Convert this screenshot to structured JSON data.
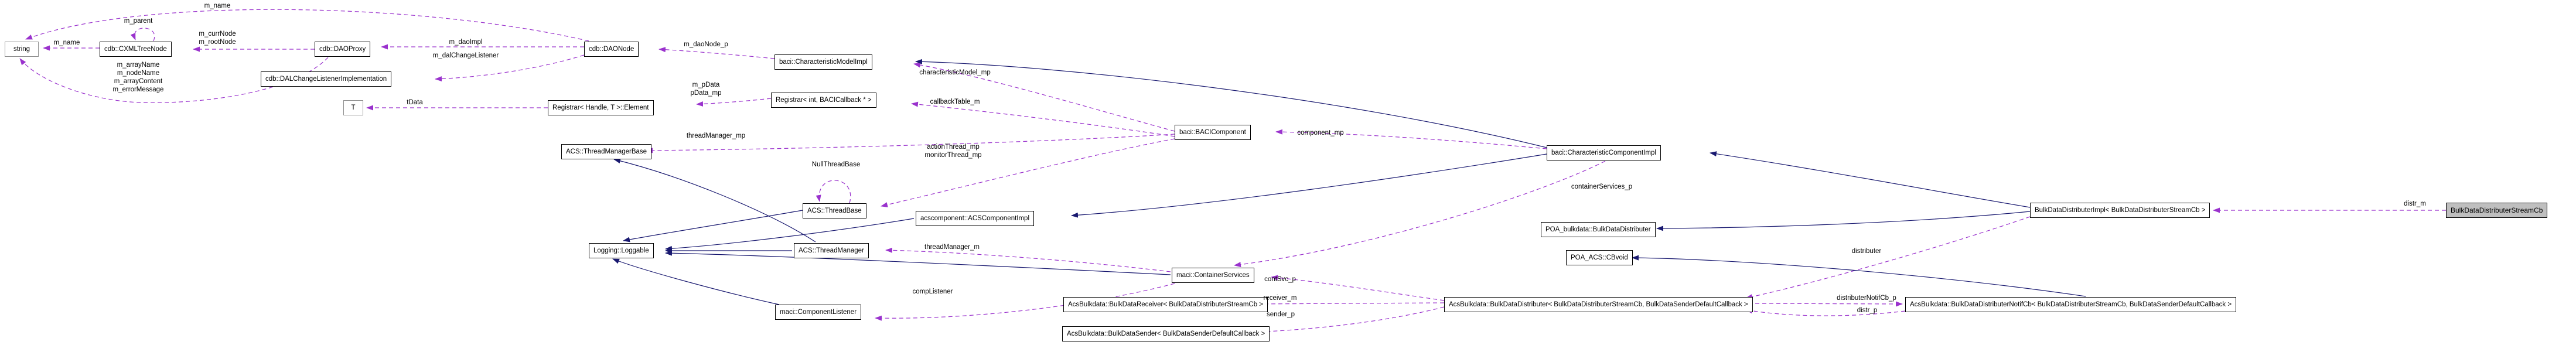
{
  "diagram": {
    "type": "collaboration-graph",
    "main_node": "BulkDataDistributerStreamCb",
    "colors": {
      "usage_edge": "#9a32cd",
      "inheritance_edge": "#191970",
      "node_fill": "#ffffff",
      "node_border": "#000000",
      "main_node_fill": "#bfbfbf"
    },
    "nodes": {
      "string": "string",
      "cxml_tree_node": "cdb::CXMLTreeNode",
      "dao_proxy": "cdb::DAOProxy",
      "dal_change_listener_impl": "cdb::DALChangeListenerImplementation",
      "t": "T",
      "registrar_handle_element": "Registrar< Handle, T >::Element",
      "dao_node": "cdb::DAONode",
      "characteristic_model_impl": "baci::CharacteristicModelImpl",
      "registrar_int_bacicallback": "Registrar< int, BACICallback * >",
      "baci_component": "baci::BACIComponent",
      "thread_manager_base": "ACS::ThreadManagerBase",
      "thread_base": "ACS::ThreadBase",
      "loggable": "Logging::Loggable",
      "thread_manager": "ACS::ThreadManager",
      "acs_component_impl": "acscomponent::ACSComponentImpl",
      "characteristic_component_impl": "baci::CharacteristicComponentImpl",
      "container_services": "maci::ContainerServices",
      "bulk_data_receiver": "AcsBulkdata::BulkDataReceiver< BulkDataDistributerStreamCb >",
      "bulk_data_sender": "AcsBulkdata::BulkDataSender< BulkDataSenderDefaultCallback >",
      "component_listener": "maci::ComponentListener",
      "poa_bulkdata_distributer": "POA_bulkdata::BulkDataDistributer",
      "poa_acs_cbvoid": "POA_ACS::CBvoid",
      "bulk_data_distributer": "AcsBulkdata::BulkDataDistributer< BulkDataDistributerStreamCb, BulkDataSenderDefaultCallback >",
      "bulk_data_distributer_impl": "BulkDataDistributerImpl< BulkDataDistributerStreamCb >",
      "bulk_data_distributer_notif_cb": "AcsBulkdata::BulkDataDistributerNotifCb< BulkDataDistributerStreamCb, BulkDataSenderDefaultCallback >",
      "bulk_data_distributer_stream_cb": "BulkDataDistributerStreamCb"
    },
    "edge_labels": {
      "m_name_top": "m_name",
      "m_parent": "m_parent",
      "m_name_left": "m_name",
      "m_curr_node": "m_currNode",
      "m_root_node": "m_rootNode",
      "m_array_name": "m_arrayName",
      "m_node_name": "m_nodeName",
      "m_array_content": "m_arrayContent",
      "m_error_message": "m_errorMessage",
      "m_dao_impl": "m_daoImpl",
      "m_dal_change_listener": "m_dalChangeListener",
      "t_data": "tData",
      "m_dao_node_p": "m_daoNode_p",
      "m_p_data": "m_pData",
      "p_data_mp": "pData_mp",
      "characteristic_model_mp": "characteristicModel_mp",
      "callback_table_m": "callbackTable_m",
      "thread_manager_mp": "threadManager_mp",
      "action_thread_mp": "actionThread_mp",
      "monitor_thread_mp": "monitorThread_mp",
      "null_thread_base": "NullThreadBase",
      "component_mp": "component_mp",
      "thread_manager_m": "threadManager_m",
      "comp_listener": "compListener",
      "container_services_p": "containerServices_p",
      "cont_svc_p": "contSvc_p",
      "receiver_m": "receiver_m",
      "sender_p": "sender_p",
      "distributer": "distributer",
      "distributer_notif_cb_p": "distributerNotifCb_p",
      "distr_p": "distr_p",
      "distr_m": "distr_m"
    }
  }
}
